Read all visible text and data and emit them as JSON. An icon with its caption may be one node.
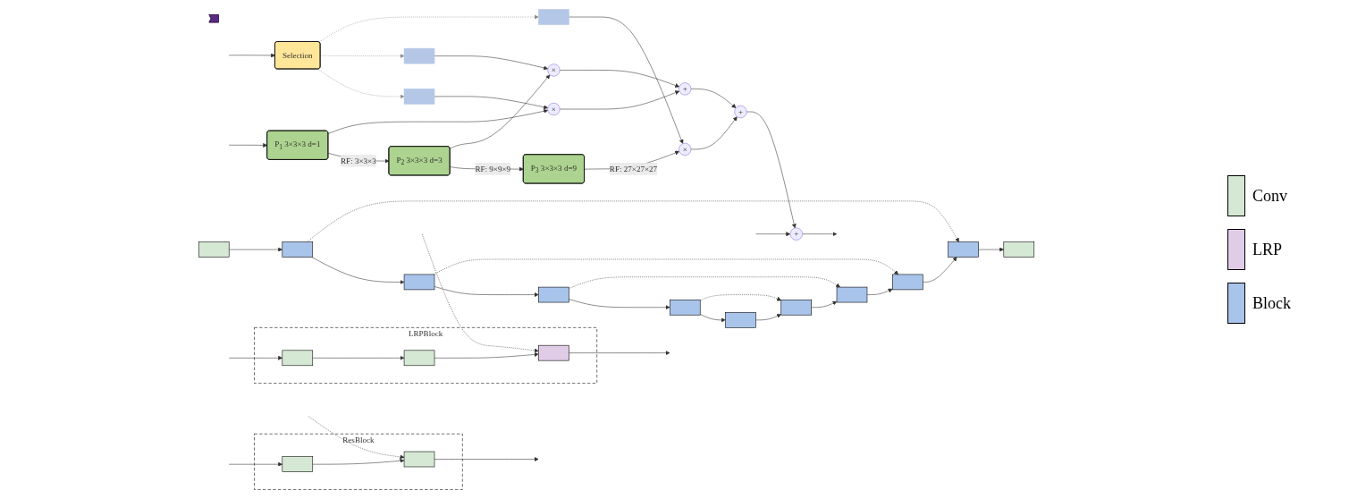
{
  "diagram": {
    "nodes": [
      {
        "text": [
          "P$_{1}$ 3×3×3 d=1"
        ]
      },
      {
        "text": [
          "P$_{2}$ 3×3×3 d=3"
        ]
      },
      {
        "text": [
          "P$_{3}$ 3×3×3 d=9"
        ]
      },
      {
        "text": [
          "Selection"
        ]
      },
      {
        "text": [],
        "shape": "bar"
      },
      {
        "text": [],
        "shape": "bar"
      },
      {
        "text": [],
        "shape": "bar"
      },
      {
        "text": [
          "×"
        ]
      },
      {
        "text": [
          "×"
        ]
      },
      {
        "text": [
          "×"
        ]
      },
      {
        "text": [
          "+"
        ]
      },
      {
        "text": [
          "+"
        ]
      },
      {
        "text": [
          "+"
        ]
      },
      {
        "text": [],
        "shape": "arrow"
      },
      {
        "text": [],
        "shape": "box"
      },
      {
        "text": [],
        "shape": "box"
      },
      {
        "text": [],
        "shape": "box"
      },
      {
        "text": [],
        "shape": "box"
      },
      {
        "text": [],
        "shape": "box"
      },
      {
        "text": [],
        "shape": "box"
      },
      {
        "text": [],
        "shape": "box"
      },
      {
        "text": [],
        "shape": "box"
      },
      {
        "text": [],
        "shape": "box"
      },
      {
        "text": [],
        "shape": "box"
      },
      {
        "text": [],
        "shape": "box"
      },
      {
        "text": [
          "ResBlock"
        ]
      },
      {
        "text": [],
        "shape": "box",
        "in": 25
      },
      {
        "text": [],
        "shape": "box",
        "in": 25
      },
      {
        "text": [
          "LRPBlock"
        ]
      },
      {
        "text": [],
        "shape": "box",
        "in": 28
      },
      {
        "text": [],
        "shape": "box",
        "in": 28
      },
      {
        "text": [],
        "shape": "box",
        "in": 28
      }
    ],
    "edges": [
      {
        "from": null,
        "to": 3,
        "arrow": "to"
      },
      {
        "from": null,
        "to": 0,
        "arrow": "to"
      },
      {
        "from": null,
        "to": 12,
        "arrow": "to"
      },
      {
        "from": 0,
        "to": 1,
        "arrow": "to",
        "label": "RF: 3×3×3"
      },
      {
        "from": 1,
        "to": 2,
        "arrow": "to",
        "label": "RF: 9×9×9"
      },
      {
        "from": 0,
        "to": 7,
        "arrow": "to"
      },
      {
        "from": 1,
        "to": 8,
        "arrow": "to"
      },
      {
        "from": 2,
        "to": 9,
        "arrow": "to",
        "label": "RF: 27×27×27"
      },
      {
        "from": 3,
        "to": 4,
        "arrow": "to",
        "style": "dashed",
        "color": "#8c8c8c"
      },
      {
        "from": 3,
        "to": 5,
        "arrow": "to",
        "style": "dashed",
        "color": "#8c8c8c"
      },
      {
        "from": 3,
        "to": 6,
        "arrow": "to",
        "style": "dashed",
        "color": "#8c8c8c"
      },
      {
        "from": 4,
        "to": 7,
        "arrow": "to"
      },
      {
        "from": 5,
        "to": 8,
        "arrow": "to"
      },
      {
        "from": 6,
        "to": 9,
        "arrow": "to"
      },
      {
        "from": 7,
        "to": 10,
        "arrow": "to"
      },
      {
        "from": 8,
        "to": 10,
        "arrow": "to"
      },
      {
        "from": 9,
        "to": 11,
        "arrow": "to"
      },
      {
        "from": 10,
        "to": 11,
        "arrow": "to"
      },
      {
        "from": 11,
        "to": 12,
        "arrow": "to"
      },
      {
        "from": 12,
        "to": null,
        "arrow": "to"
      },
      {
        "from": 14,
        "to": 15,
        "arrow": "to"
      },
      {
        "from": 15,
        "to": 16,
        "arrow": "to"
      },
      {
        "from": 16,
        "to": 17,
        "arrow": "to"
      },
      {
        "from": 17,
        "to": 18,
        "arrow": "to"
      },
      {
        "from": 18,
        "to": 19,
        "arrow": "to"
      },
      {
        "from": 19,
        "to": 20,
        "arrow": "to"
      },
      {
        "from": 20,
        "to": 21,
        "arrow": "to"
      },
      {
        "from": 21,
        "to": 22,
        "arrow": "to"
      },
      {
        "from": 22,
        "to": 23,
        "arrow": "to"
      },
      {
        "from": 23,
        "to": 24,
        "arrow": "to"
      },
      {
        "from": 15,
        "to": 23,
        "arrow": "to",
        "style": "dashed"
      },
      {
        "from": 16,
        "to": 22,
        "arrow": "to",
        "style": "dashed"
      },
      {
        "from": 17,
        "to": 21,
        "arrow": "to",
        "style": "dashed"
      },
      {
        "from": 18,
        "to": 20,
        "arrow": "to",
        "style": "dashed"
      },
      {
        "from": null,
        "to": 26,
        "arrow": "to"
      },
      {
        "from": 26,
        "to": 27,
        "arrow": "to"
      },
      {
        "from": 27,
        "to": null,
        "arrow": "to"
      },
      {
        "from": null,
        "to": 27,
        "arrow": "to",
        "style": "dashed"
      },
      {
        "from": null,
        "to": 29,
        "arrow": "to"
      },
      {
        "from": 29,
        "to": 30,
        "arrow": "to"
      },
      {
        "from": 30,
        "to": 31,
        "arrow": "to"
      },
      {
        "from": 31,
        "to": null,
        "arrow": "to"
      },
      {
        "from": null,
        "to": 31,
        "arrow": "to",
        "style": "dashed"
      }
    ],
    "legend": [
      {
        "text": "Conv",
        "color": "#d5e8d4"
      },
      {
        "text": "LRP",
        "color": "#e1cce8"
      },
      {
        "text": "Block",
        "color": "#a9c4eb"
      }
    ]
  }
}
